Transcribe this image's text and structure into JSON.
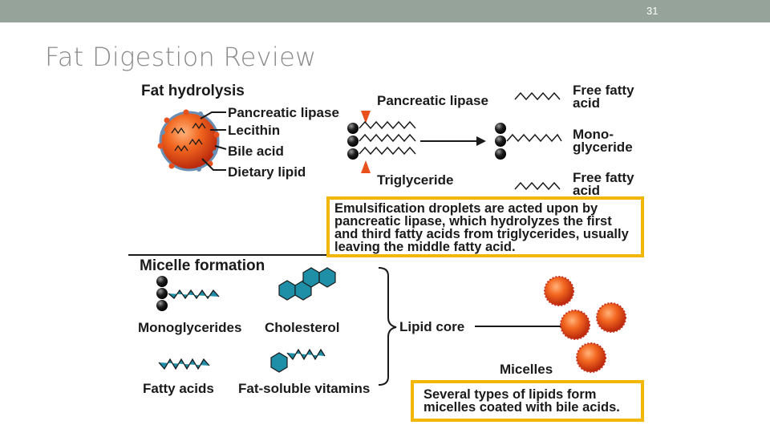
{
  "slide": {
    "number": "31",
    "title": "Fat Digestion Review"
  },
  "hydrolysis": {
    "heading": "Fat hydrolysis",
    "droplet_labels": [
      "Pancreatic lipase",
      "Lecithin",
      "Bile acid",
      "Dietary lipid"
    ],
    "enzyme_label": "Pancreatic lipase",
    "substrate_label": "Triglyceride",
    "products": {
      "top": "Free fatty acid",
      "middle": "Mono- glyceride",
      "bottom": "Free fatty acid"
    },
    "callout": "Emulsification droplets are acted upon by pancreatic lipase, which hydrolyzes the first and third fatty acids from triglycerides, usually leaving the middle fatty acid."
  },
  "micelle": {
    "heading": "Micelle formation",
    "components": [
      "Monoglycerides",
      "Cholesterol",
      "Fatty acids",
      "Fat-soluble vitamins"
    ],
    "core_label": "Lipid core",
    "micelles_label": "Micelles",
    "callout": "Several types of lipids form micelles coated with bile acids."
  },
  "colors": {
    "accent_box": "#f2b705",
    "lipid_orange": "#e8501c",
    "ring_teal": "#1f8fa8",
    "topbar": "#95a39a"
  }
}
